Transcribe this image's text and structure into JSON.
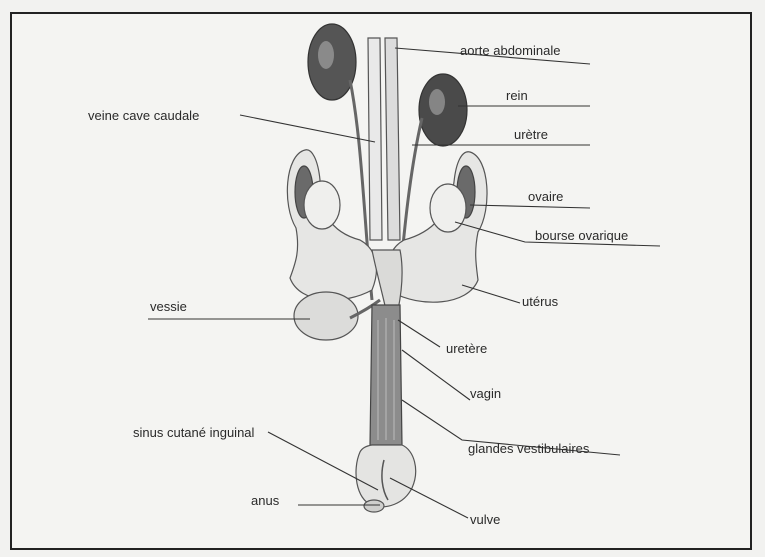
{
  "labels": {
    "aorte": "aorte abdominale",
    "rein": "rein",
    "veine": "veine cave caudale",
    "uretre": "urètre",
    "ovaire": "ovaire",
    "bourse": "bourse ovarique",
    "vessie": "vessie",
    "uterus": "utérus",
    "uretere": "uretère",
    "vagin": "vagin",
    "sinus": "sinus cutané inguinal",
    "glandes": "glandes vestibulaires",
    "anus": "anus",
    "vulve": "vulve"
  }
}
